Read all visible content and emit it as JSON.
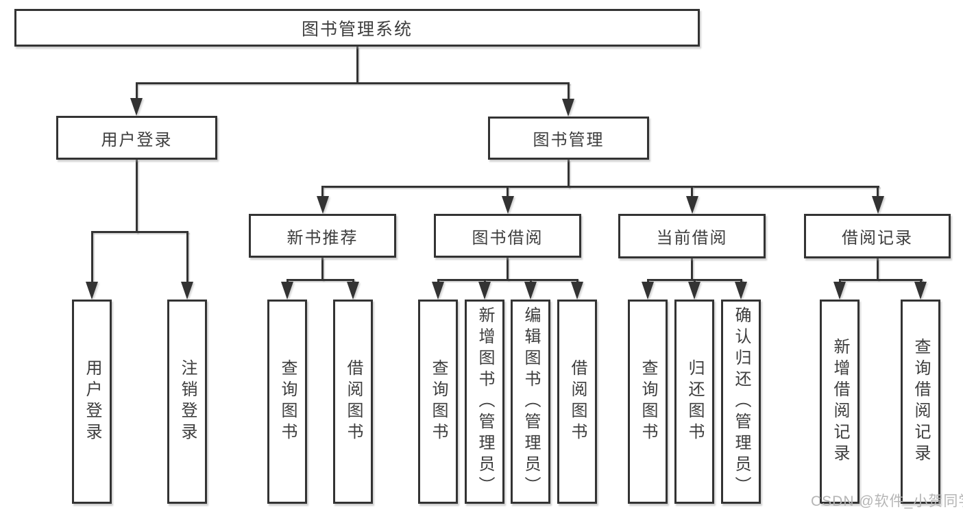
{
  "diagram": {
    "type": "tree",
    "title": "图书管理系统",
    "tree": {
      "label": "图书管理系统",
      "children": [
        {
          "label": "用户登录",
          "children": [
            {
              "label": "用户登录"
            },
            {
              "label": "注销登录"
            }
          ]
        },
        {
          "label": "图书管理",
          "children": [
            {
              "label": "新书推荐",
              "children": [
                {
                  "label": "查询图书"
                },
                {
                  "label": "借阅图书"
                }
              ]
            },
            {
              "label": "图书借阅",
              "children": [
                {
                  "label": "查询图书"
                },
                {
                  "label": "新增图书（管理员）"
                },
                {
                  "label": "编辑图书（管理员）"
                },
                {
                  "label": "借阅图书"
                }
              ]
            },
            {
              "label": "当前借阅",
              "children": [
                {
                  "label": "查询图书"
                },
                {
                  "label": "归还图书"
                },
                {
                  "label": "确认归还（管理员）"
                }
              ]
            },
            {
              "label": "借阅记录",
              "children": [
                {
                  "label": "新增借阅记录"
                },
                {
                  "label": "查询借阅记录"
                }
              ]
            }
          ]
        }
      ]
    }
  },
  "watermark": {
    "text": "CSDN @软件_小贺同学",
    "color": "#b5b5b5"
  },
  "colors": {
    "line": "#333333",
    "text": "#3d3d3d",
    "background": "#ffffff"
  }
}
